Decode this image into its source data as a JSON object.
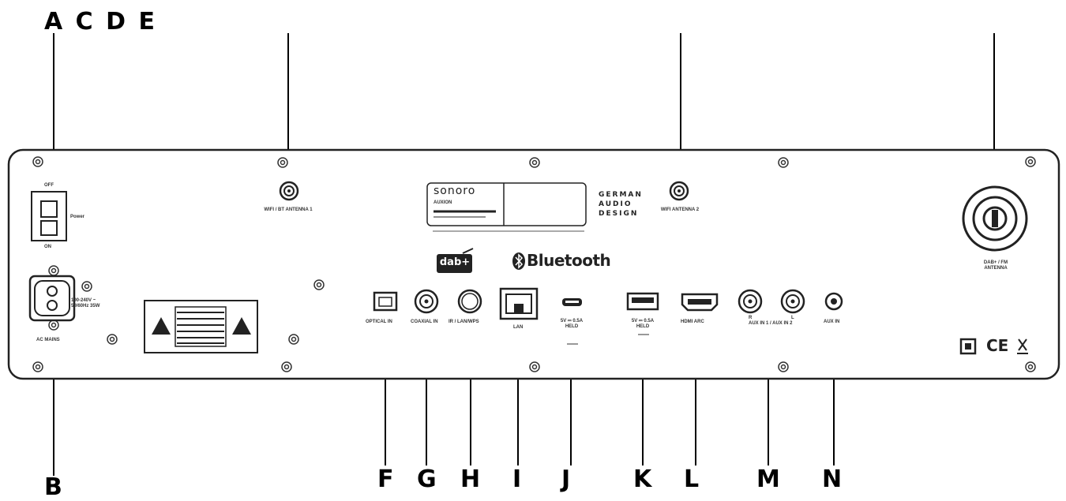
{
  "labels": {
    "top": "A C D E",
    "B": "B",
    "F": "F",
    "G": "G",
    "H": "H",
    "I": "I",
    "J": "J",
    "K": "K",
    "L": "L",
    "M": "M",
    "N": "N"
  },
  "panel": {
    "power_off": "OFF",
    "power_on": "ON",
    "power": "Power",
    "ac_mains": "AC MAINS",
    "ac_spec": "100-240V ~ 50/60Hz 35W",
    "antenna1": "WIFI / BT ANTENNA 1",
    "antenna2": "WIFI ANTENNA 2",
    "dab_antenna": "DAB+ / FM ANTENNA",
    "optical": "OPTICAL IN",
    "coaxial": "COAXIAL IN",
    "ir": "IR / LAN/WPS",
    "lan": "LAN",
    "usb_j": "5V ⎓ 0.5A HELD",
    "usb_k": "5V ⎓ 0.5A HELD",
    "hdmi": "HDMI ARC",
    "aux_r": "R",
    "aux_l": "L",
    "aux_in2": "AUX IN 1 / AUX IN 2",
    "aux_in": "AUX IN",
    "brand": "sonoro",
    "model": "AUXION",
    "german": "GERMAN",
    "audio": "AUDIO",
    "design": "DESIGN",
    "dab": "dab+",
    "bluetooth": "Bluetooth",
    "ce": "CE"
  }
}
